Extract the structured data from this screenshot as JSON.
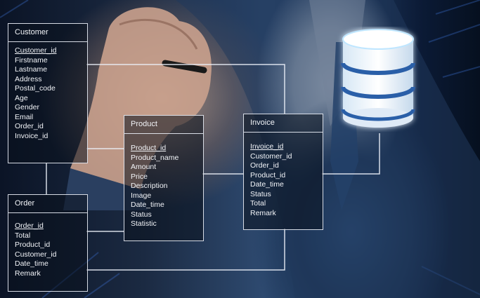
{
  "tables": {
    "customer": {
      "title": "Customer",
      "fields": [
        "Customer_id",
        "Firstname",
        "Lastname",
        "Address",
        "Postal_code",
        "Age",
        "Gender",
        "Email",
        "Order_id",
        "Invoice_id"
      ]
    },
    "product": {
      "title": "Product",
      "fields": [
        "Product_id",
        "Product_name",
        "Amount",
        "Price",
        "Description",
        "Image",
        "Date_time",
        "Status",
        "Statistic"
      ]
    },
    "invoice": {
      "title": "Invoice",
      "fields": [
        "Invoice_id",
        "Customer_id",
        "Order_id",
        "Product_id",
        "Date_time",
        "Status",
        "Total",
        "Remark"
      ]
    },
    "order": {
      "title": "Order",
      "fields": [
        "Order_id",
        "Total",
        "Product_id",
        "Customer_id",
        "Date_time",
        "Remark"
      ]
    }
  },
  "icons": {
    "database": "database-icon"
  },
  "colors": {
    "line": "#ebf0f8",
    "db_glow": "#bfe6ff"
  }
}
